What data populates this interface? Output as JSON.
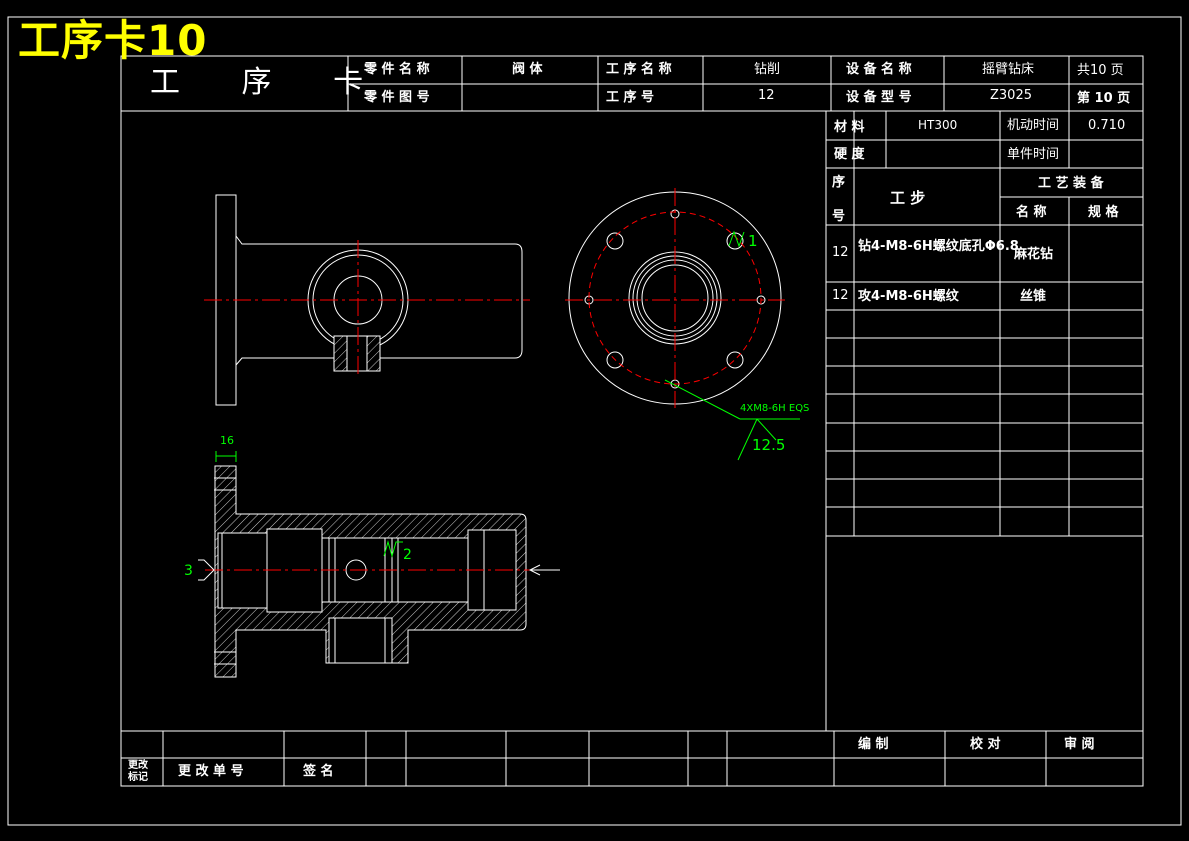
{
  "header": {
    "sheet_title": "工序卡10",
    "card_title": "工 序 卡",
    "part_name_label": "零 件 名 称",
    "part_name_value": "阀 体",
    "part_drawing_label": "零 件 图 号",
    "part_drawing_value": "",
    "process_name_label": "工 序 名 称",
    "process_name_value": "钻削",
    "process_no_label": "工    序    号",
    "process_no_value": "12",
    "equipment_name_label": "设 备 名 称",
    "equipment_name_value": "摇臂钻床",
    "equipment_model_label": "设 备 型 号",
    "equipment_model_value": "Z3025",
    "total_pages": "共10 页",
    "page_no": "第 10 页"
  },
  "info": {
    "material_label": "材  料",
    "material_value": "HT300",
    "machine_time_label": "机动时间",
    "machine_time_value": "0.710",
    "hardness_label": "硬  度",
    "hardness_value": "",
    "unit_time_label": "单件时间",
    "unit_time_value": ""
  },
  "steps_table": {
    "seq_label_top": "序",
    "seq_label_bottom": "号",
    "step_label": "工     步",
    "equipment_label": "工 艺 装 备",
    "name_label": "名  称",
    "spec_label": "规  格",
    "rows": [
      {
        "seq": "12",
        "step": "钻4-M8-6H螺纹底孔Φ6.8",
        "tool": "麻花钻",
        "spec": ""
      },
      {
        "seq": "12",
        "step": "攻4-M8-6H螺纹",
        "tool": "丝锥",
        "spec": ""
      }
    ]
  },
  "drawing_annotations": {
    "roughness_top": "1",
    "hole_callout": "4XM8-6H EQS",
    "roughness_callout": "12.5",
    "dim_16": "16",
    "roughness_left": "3",
    "roughness_inner": "2"
  },
  "footer": {
    "change_mark": "更改标记",
    "change_no": "更  改  单  号",
    "signature": "签    名",
    "compiled": "编      制",
    "checked": "校      对",
    "reviewed": "审      阅"
  },
  "colors": {
    "background": "#000000",
    "lines": "#ffffff",
    "centerline": "#ff0000",
    "annotation": "#00ff00",
    "title": "#ffff00"
  }
}
